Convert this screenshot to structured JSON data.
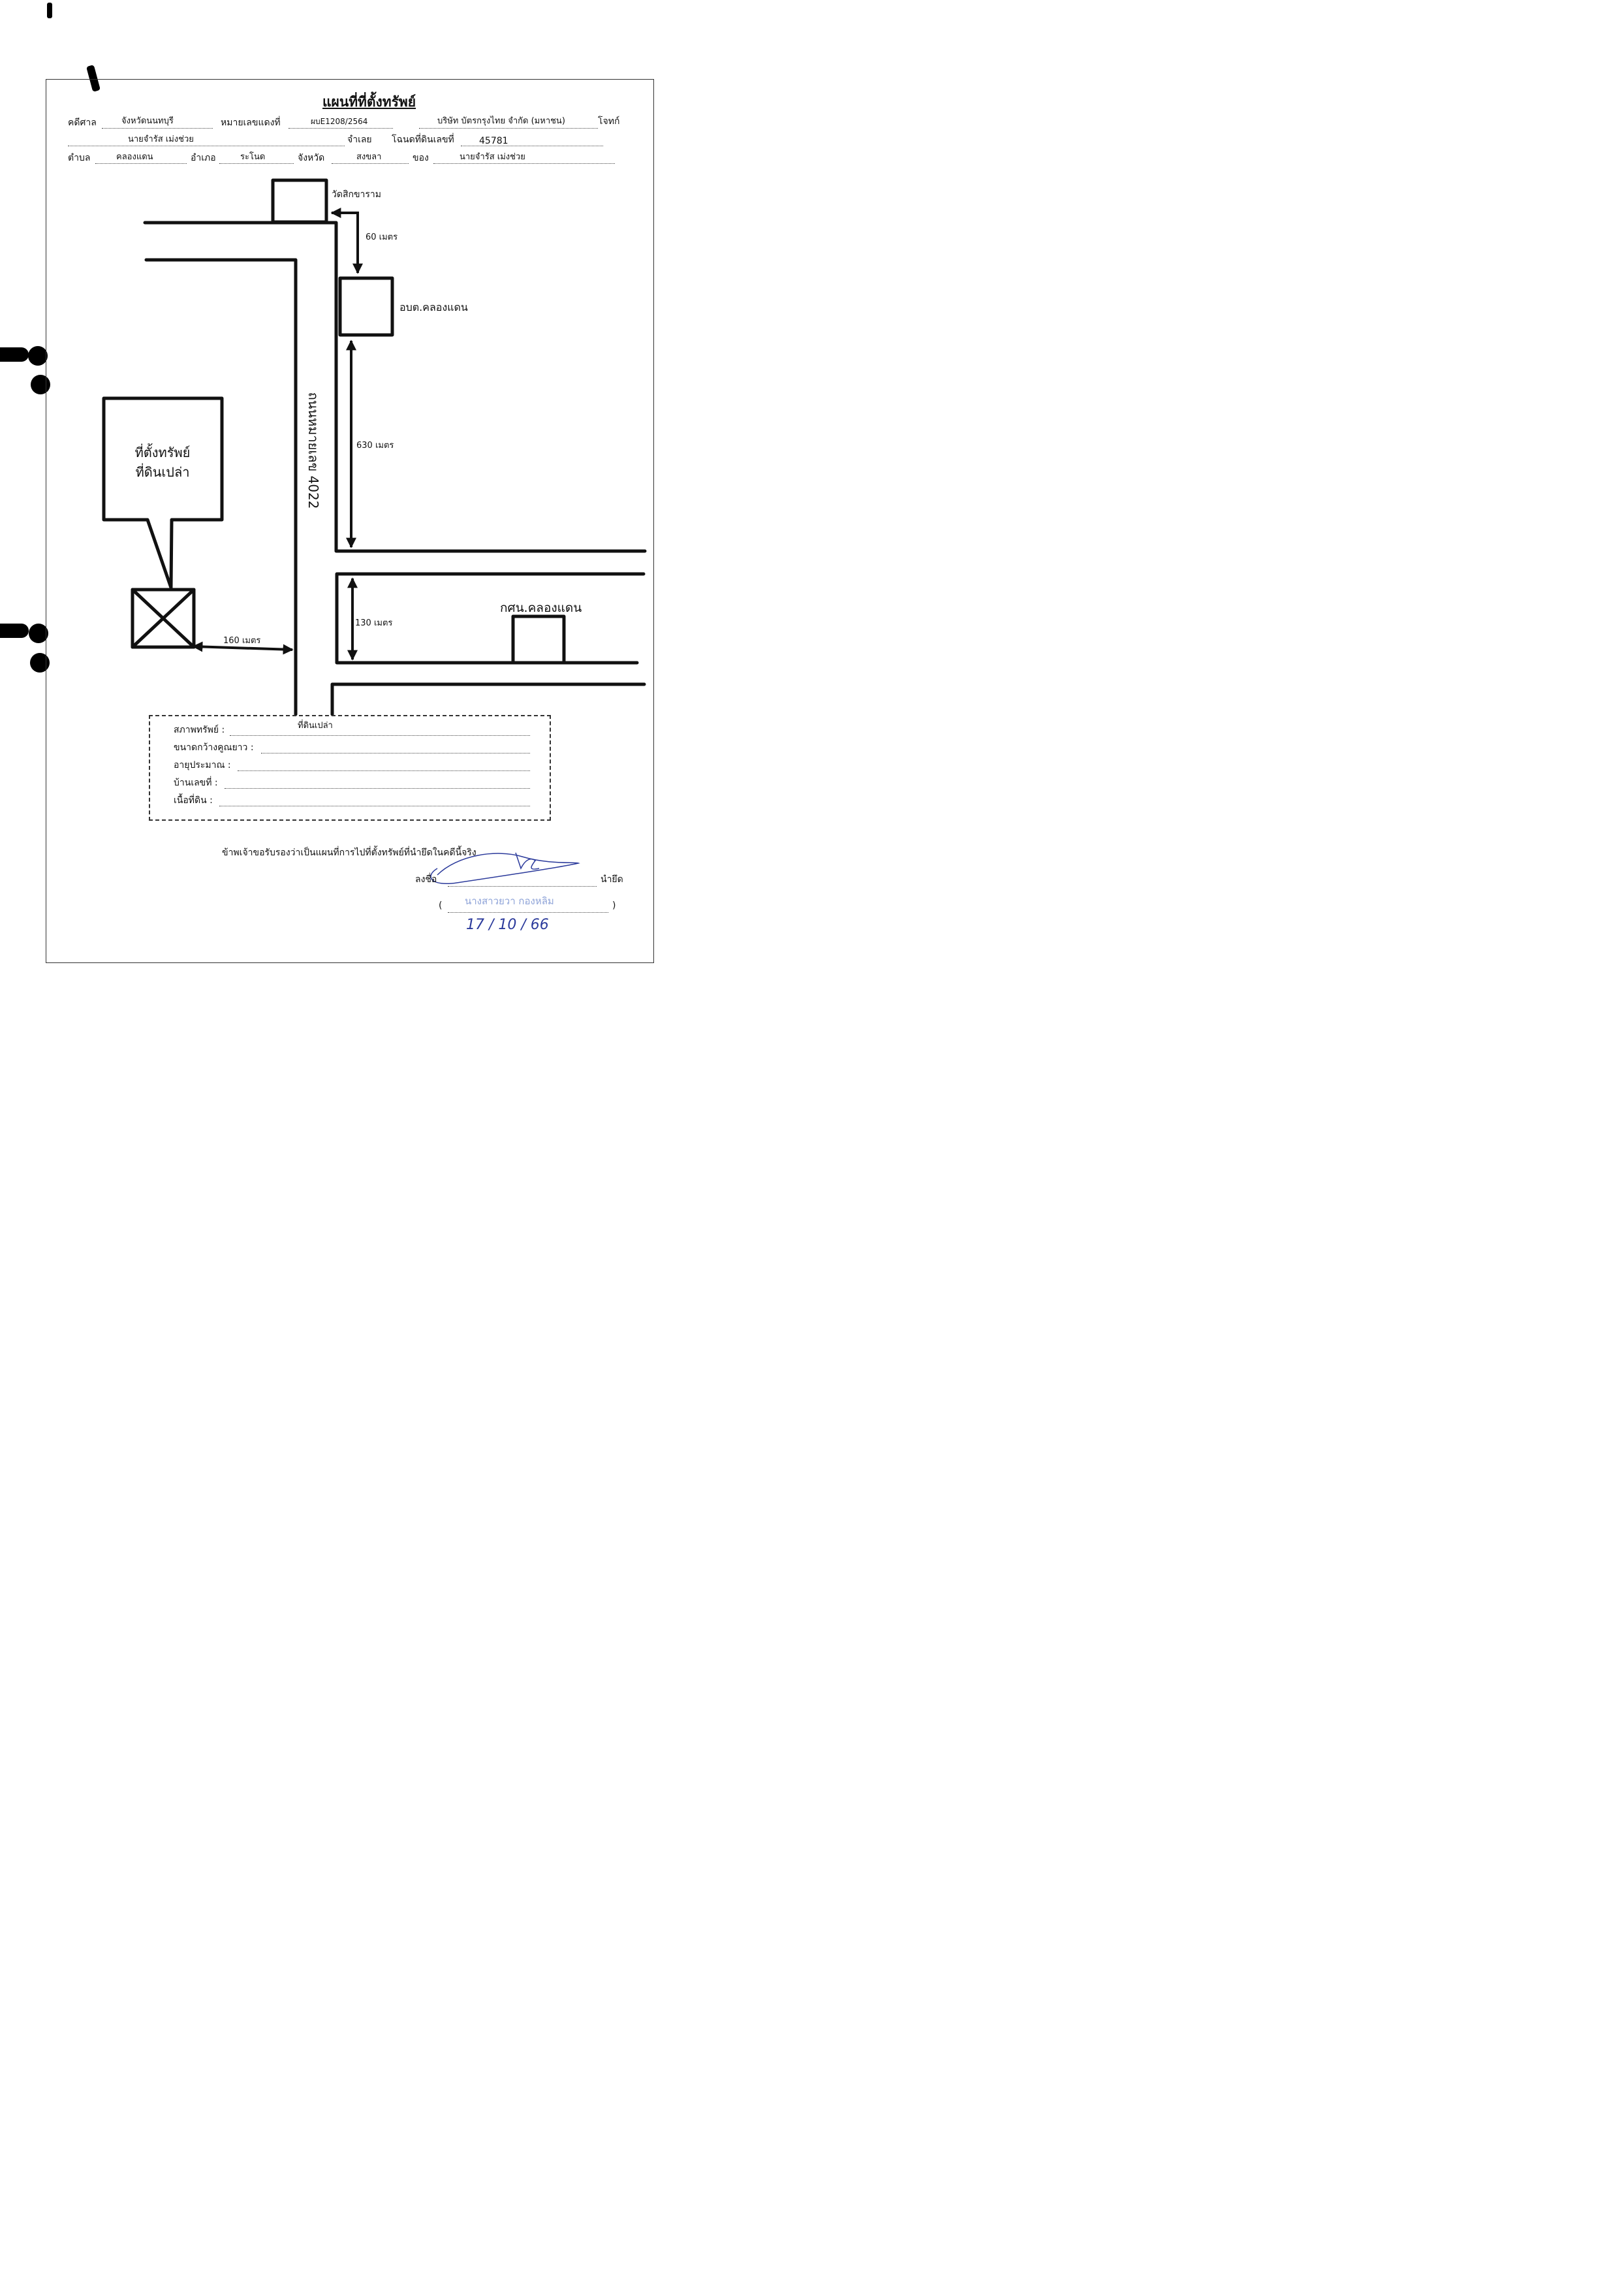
{
  "header": {
    "title": "แผนที่ที่ตั้งทรัพย์",
    "case_court_label": "คดีศาล",
    "case_court_value": "จังหวัดนนทบุรี",
    "red_no_label": "หมายเลขแดงที่",
    "red_no_value": "ผบE1208/2564",
    "plaintiff_value": "บริษัท บัตรกรุงไทย จำกัด (มหาชน)",
    "plaintiff_label": "โจทก์",
    "defendant_value": "นายจำรัส เม่งช่วย",
    "defendant_label": "จำเลย",
    "deed_label": "โฉนดที่ดินเลขที่",
    "deed_value": "45781",
    "subdistrict_label": "ตำบล",
    "subdistrict_value": "คลองแดน",
    "district_label": "อำเภอ",
    "district_value": "ระโนด",
    "province_label": "จังหวัด",
    "province_value": "สงขลา",
    "owner_label": "ของ",
    "owner_value": "นายจำรัส เม่งช่วย"
  },
  "map": {
    "temple": "วัดสิกขาราม",
    "dist_temple": "60 เมตร",
    "sao": "อบต.คลองแดน",
    "dist_sao": "630 เมตร",
    "road": "ถนนหมายเลข 4022",
    "property_line1": "ที่ตั้งทรัพย์",
    "property_line2": "ที่ดินเปล่า",
    "dist_property": "160 เมตร",
    "dist_junction": "130 เมตร",
    "nfe": "กศน.คลองแดน"
  },
  "info": {
    "condition_label": "สภาพทรัพย์ :",
    "condition_value": "ที่ดินเปล่า",
    "size_label": "ขนาดกว้างคูณยาว :",
    "age_label": "อายุประมาณ :",
    "house_no_label": "บ้านเลขที่ :",
    "area_label": "เนื้อที่ดิน :"
  },
  "certify": {
    "statement": "ข้าพเจ้าขอรับรองว่าเป็นแผนที่การไปที่ตั้งทรัพย์ที่นำยึดในคดีนี้จริง",
    "sign_label": "ลงชื่อ",
    "role_label": "นำยึด",
    "open_paren": "(",
    "close_paren": ")",
    "stamped_name": "นางสาวยวา กองหลิม",
    "handwritten_date": "17 / 10 / 66"
  },
  "colors": {
    "ink": "#111111",
    "signature": "#2b3a9b",
    "stamp": "#8ea3d8"
  }
}
